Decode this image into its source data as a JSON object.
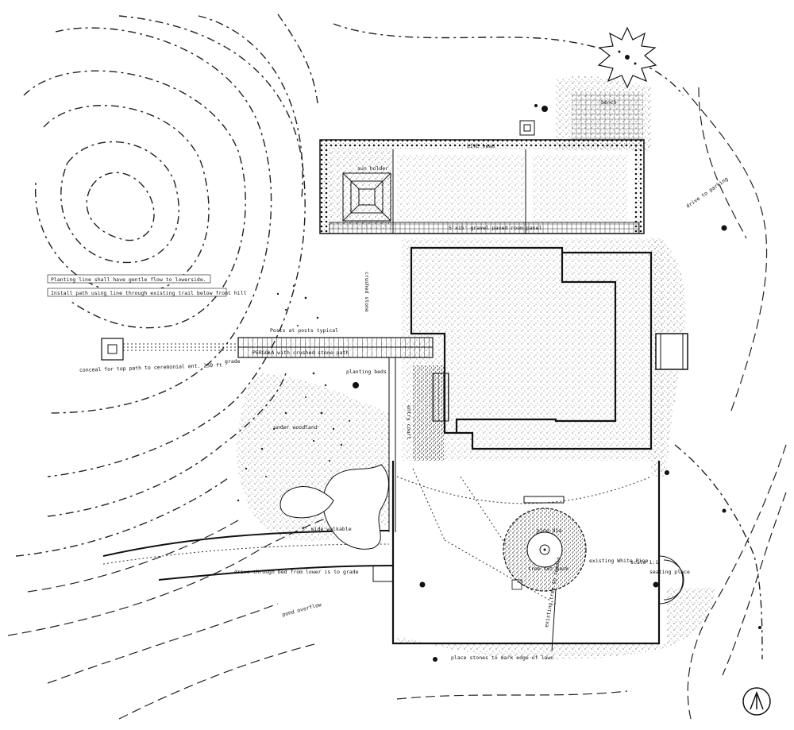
{
  "plan": {
    "labels": {
      "note_planting": "Planting line shall have gentle flow to lowerside.",
      "note_path": "Install path using line through existing trail below front hill",
      "note_conceal": "conceal for top path to ceremonial ent. 250 ft",
      "pergola": "PERGOLA with crushed stone path",
      "posts": "Posts at posts typical",
      "crushed_stone": "crushed stone",
      "planting_beds": "planting beds",
      "under_woodland": "under woodland",
      "live_head": "LIVE head",
      "sun_holder": "sun holder",
      "grass_panel": "5'x15' gravel paved room panel",
      "fifth_wall": "5' wide walkable",
      "driveway": "drive through bed from lower is to grade",
      "pond_overflow": "pond overflow",
      "existing_pine": "existing White Pine",
      "pine_dia": "pine dia",
      "tree_setback": "tree set back",
      "scale_note": "scale 1:1",
      "bench": "bench",
      "seating": "seating place",
      "drive_to_parking": "drive to parking",
      "stones_note": "place stones to mark edge of lawn",
      "entry_court": "entry court",
      "grade": "grade",
      "tree_tag": "existing tree to remain"
    }
  }
}
